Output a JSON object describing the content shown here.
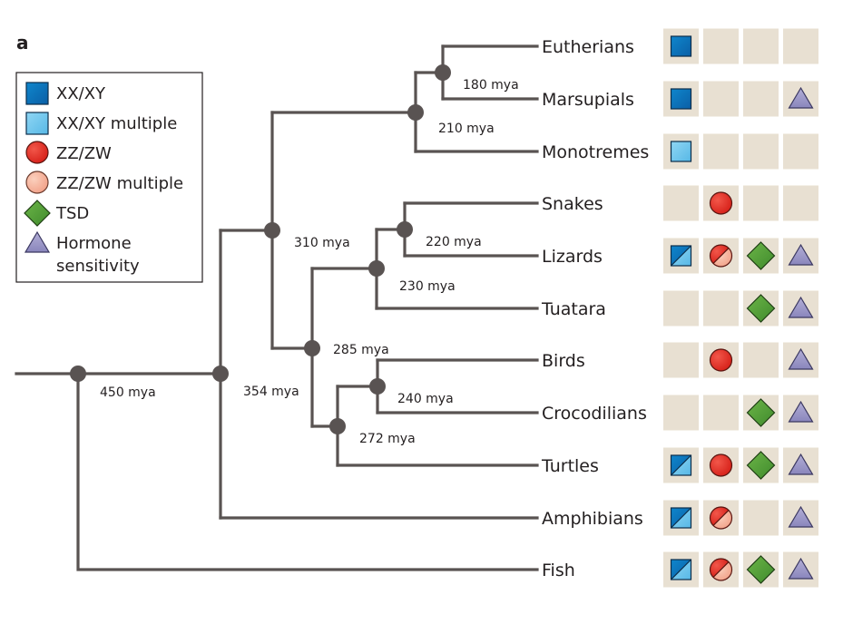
{
  "panel_label": "a",
  "legend": {
    "items": [
      {
        "symbol": "square-blue-icon",
        "label": "XX/XY"
      },
      {
        "symbol": "square-lightblue-icon",
        "label": "XX/XY multiple"
      },
      {
        "symbol": "circle-red-icon",
        "label": "ZZ/ZW"
      },
      {
        "symbol": "circle-pink-icon",
        "label": "ZZ/ZW multiple"
      },
      {
        "symbol": "diamond-green-icon",
        "label": "TSD"
      },
      {
        "symbol": "triangle-purple-icon",
        "label": "Hormone",
        "label2": "sensitivity"
      }
    ]
  },
  "taxa": [
    {
      "name": "Eutherians",
      "traits": [
        "xy",
        null,
        null,
        null
      ]
    },
    {
      "name": "Marsupials",
      "traits": [
        "xy",
        null,
        null,
        "hormone"
      ]
    },
    {
      "name": "Monotremes",
      "traits": [
        "xym",
        null,
        null,
        null
      ]
    },
    {
      "name": "Snakes",
      "traits": [
        null,
        "zw",
        null,
        null
      ]
    },
    {
      "name": "Lizards",
      "traits": [
        "xy_xym",
        "zw_zwm",
        "tsd",
        "hormone"
      ]
    },
    {
      "name": "Tuatara",
      "traits": [
        null,
        null,
        "tsd",
        "hormone"
      ]
    },
    {
      "name": "Birds",
      "traits": [
        null,
        "zw",
        null,
        "hormone"
      ]
    },
    {
      "name": "Crocodilians",
      "traits": [
        null,
        null,
        "tsd",
        "hormone"
      ]
    },
    {
      "name": "Turtles",
      "traits": [
        "xy_xym",
        "zw",
        "tsd",
        "hormone"
      ]
    },
    {
      "name": "Amphibians",
      "traits": [
        "xy_xym",
        "zw_zwm",
        null,
        "hormone"
      ]
    },
    {
      "name": "Fish",
      "traits": [
        "xy_xym",
        "zw_zwm",
        "tsd",
        "hormone"
      ]
    }
  ],
  "divergence_labels": [
    "180 mya",
    "210 mya",
    "220 mya",
    "230 mya",
    "285 mya",
    "240 mya",
    "272 mya",
    "310 mya",
    "354 mya",
    "450 mya"
  ],
  "colors": {
    "branch": "#595352",
    "cell": "#e8e0d2",
    "blue": "#0a6cb4",
    "light_blue": "#6cc4ec",
    "red": "#e2231a",
    "pink": "#f6b39a",
    "green": "#4e9a35",
    "purple": "#9b97c6"
  }
}
